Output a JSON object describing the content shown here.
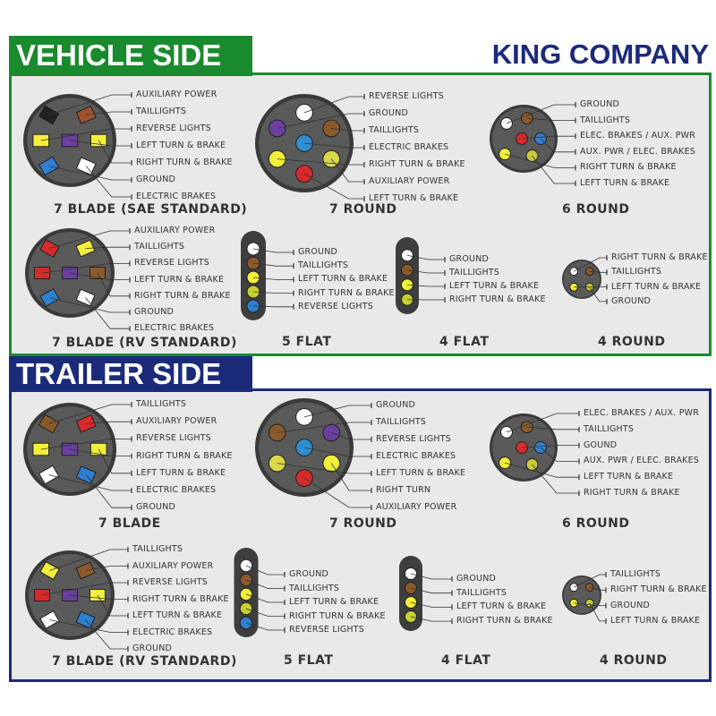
{
  "brand": "KING COMPANY",
  "sections": [
    {
      "title": "VEHICLE SIDE",
      "connectors": [
        {
          "name": "7 BLADE (SAE STANDARD)",
          "type": "blade",
          "labels": [
            "AUXILIARY POWER",
            "TAILLIGHTS",
            "REVERSE LIGHTS",
            "LEFT TURN & BRAKE",
            "RIGHT TURN & BRAKE",
            "GROUND",
            "ELECTRIC BRAKES"
          ],
          "pins": [
            "#222222",
            "#a0522d",
            "#f2ef3a",
            "#6b3fa0",
            "#f2ef3a",
            "#2f7fd0",
            "#ffffff"
          ]
        },
        {
          "name": "7 ROUND",
          "type": "round7",
          "labels": [
            "REVERSE LIGHTS",
            "GROUND",
            "TAILLIGHTS",
            "ELECTRIC BRAKES",
            "RIGHT TURN & BRAKE",
            "AUXILIARY POWER",
            "LEFT TURN & BRAKE"
          ],
          "pins": [
            "#ffffff",
            "#6b3fa0",
            "#8b5a2b",
            "#2f8fd0",
            "#f2ef3a",
            "#d8d84a",
            "#d82a2a"
          ]
        },
        {
          "name": "6 ROUND",
          "type": "round6",
          "labels": [
            "GROUND",
            "TAILLIGHTS",
            "ELEC. BRAKES / AUX. PWR",
            "AUX. PWR / ELEC. BRAKES",
            "RIGHT TURN & BRAKE",
            "LEFT TURN & BRAKE"
          ],
          "pins": [
            "#ffffff",
            "#8b5a2b",
            "#d82a2a",
            "#2f7fd0",
            "#f2ef3a",
            "#c8c83a"
          ]
        },
        {
          "name": "7 BLADE (RV STANDARD)",
          "type": "blade",
          "labels": [
            "AUXILIARY POWER",
            "TAILLIGHTS",
            "REVERSE LIGHTS",
            "LEFT TURN & BRAKE",
            "RIGHT TURN & BRAKE",
            "GROUND",
            "ELECTRIC BRAKES"
          ],
          "pins": [
            "#d82a2a",
            "#f2ef3a",
            "#d82a2a",
            "#6b3fa0",
            "#8b5a2b",
            "#2f7fd0",
            "#ffffff"
          ]
        },
        {
          "name": "5 FLAT",
          "type": "flat",
          "labels": [
            "GROUND",
            "TAILLIGHTS",
            "LEFT TURN & BRAKE",
            "RIGHT TURN & BRAKE",
            "REVERSE LIGHTS"
          ],
          "pins": [
            "#ffffff",
            "#8b5a2b",
            "#f2ef3a",
            "#c8d030",
            "#2f7fd0"
          ]
        },
        {
          "name": "4 FLAT",
          "type": "flat",
          "labels": [
            "GROUND",
            "TAILLIGHTS",
            "LEFT TURN & BRAKE",
            "RIGHT TURN & BRAKE"
          ],
          "pins": [
            "#ffffff",
            "#8b5a2b",
            "#f2ef3a",
            "#c8d030"
          ]
        },
        {
          "name": "4 ROUND",
          "type": "round4",
          "labels": [
            "RIGHT TURN & BRAKE",
            "TAILLIGHTS",
            "LEFT TURN & BRAKE",
            "GROUND"
          ],
          "pins": [
            "#ffffff",
            "#8b5a2b",
            "#f2ef3a",
            "#c8d030"
          ]
        }
      ]
    },
    {
      "title": "TRAILER SIDE",
      "connectors": [
        {
          "name": "7 BLADE",
          "type": "blade",
          "labels": [
            "TAILLIGHTS",
            "AUXILIARY POWER",
            "REVERSE LIGHTS",
            "RIGHT TURN & BRAKE",
            "LEFT TURN & BRAKE",
            "ELECTRIC BRAKES",
            "GROUND"
          ],
          "pins": [
            "#8b5a2b",
            "#d82a2a",
            "#f2ef3a",
            "#6b3fa0",
            "#f2ef3a",
            "#ffffff",
            "#2f7fd0"
          ]
        },
        {
          "name": "7 ROUND",
          "type": "round7",
          "labels": [
            "GROUND",
            "TAILLIGHTS",
            "REVERSE LIGHTS",
            "ELECTRIC BRAKES",
            "LEFT TURN & BRAKE",
            "RIGHT TURN",
            "AUXILIARY POWER"
          ],
          "pins": [
            "#ffffff",
            "#8b5a2b",
            "#6b3fa0",
            "#2f8fd0",
            "#d8d84a",
            "#f2ef3a",
            "#d82a2a"
          ]
        },
        {
          "name": "6 ROUND",
          "type": "round6",
          "labels": [
            "ELEC. BRAKES / AUX. PWR",
            "TAILLIGHTS",
            "GOUND",
            "AUX. PWR / ELEC. BRAKES",
            "LEFT TURN & BRAKE",
            "RIGHT TURN & BRAKE"
          ],
          "pins": [
            "#ffffff",
            "#8b5a2b",
            "#d82a2a",
            "#2f7fd0",
            "#f2ef3a",
            "#c8c83a"
          ]
        },
        {
          "name": "7 BLADE (RV STANDARD)",
          "type": "blade",
          "labels": [
            "TAILLIGHTS",
            "AUXILIARY POWER",
            "REVERSE LIGHTS",
            "RIGHT TURN & BRAKE",
            "LEFT TURN & BRAKE",
            "ELECTRIC BRAKES",
            "GROUND"
          ],
          "pins": [
            "#f2ef3a",
            "#8b5a2b",
            "#d82a2a",
            "#6b3fa0",
            "#f2ef3a",
            "#ffffff",
            "#2f7fd0"
          ]
        },
        {
          "name": "5 FLAT",
          "type": "flat",
          "labels": [
            "GROUND",
            "TAILLIGHTS",
            "LEFT TURN & BRAKE",
            "RIGHT TURN & BRAKE",
            "REVERSE LIGHTS"
          ],
          "pins": [
            "#ffffff",
            "#8b5a2b",
            "#f2ef3a",
            "#c8d030",
            "#2f7fd0"
          ]
        },
        {
          "name": "4 FLAT",
          "type": "flat",
          "labels": [
            "GROUND",
            "TAILLIGHTS",
            "LEFT TURN & BRAKE",
            "RIGHT TURN & BRAKE"
          ],
          "pins": [
            "#ffffff",
            "#8b5a2b",
            "#f2ef3a",
            "#c8d030"
          ]
        },
        {
          "name": "4 ROUND",
          "type": "round4",
          "labels": [
            "TAILLIGHTS",
            "RIGHT TURN & BRAKE",
            "GROUND",
            "LEFT TURN & BRAKE"
          ],
          "pins": [
            "#ffffff",
            "#8b5a2b",
            "#f2ef3a",
            "#c8d030"
          ]
        }
      ]
    }
  ]
}
